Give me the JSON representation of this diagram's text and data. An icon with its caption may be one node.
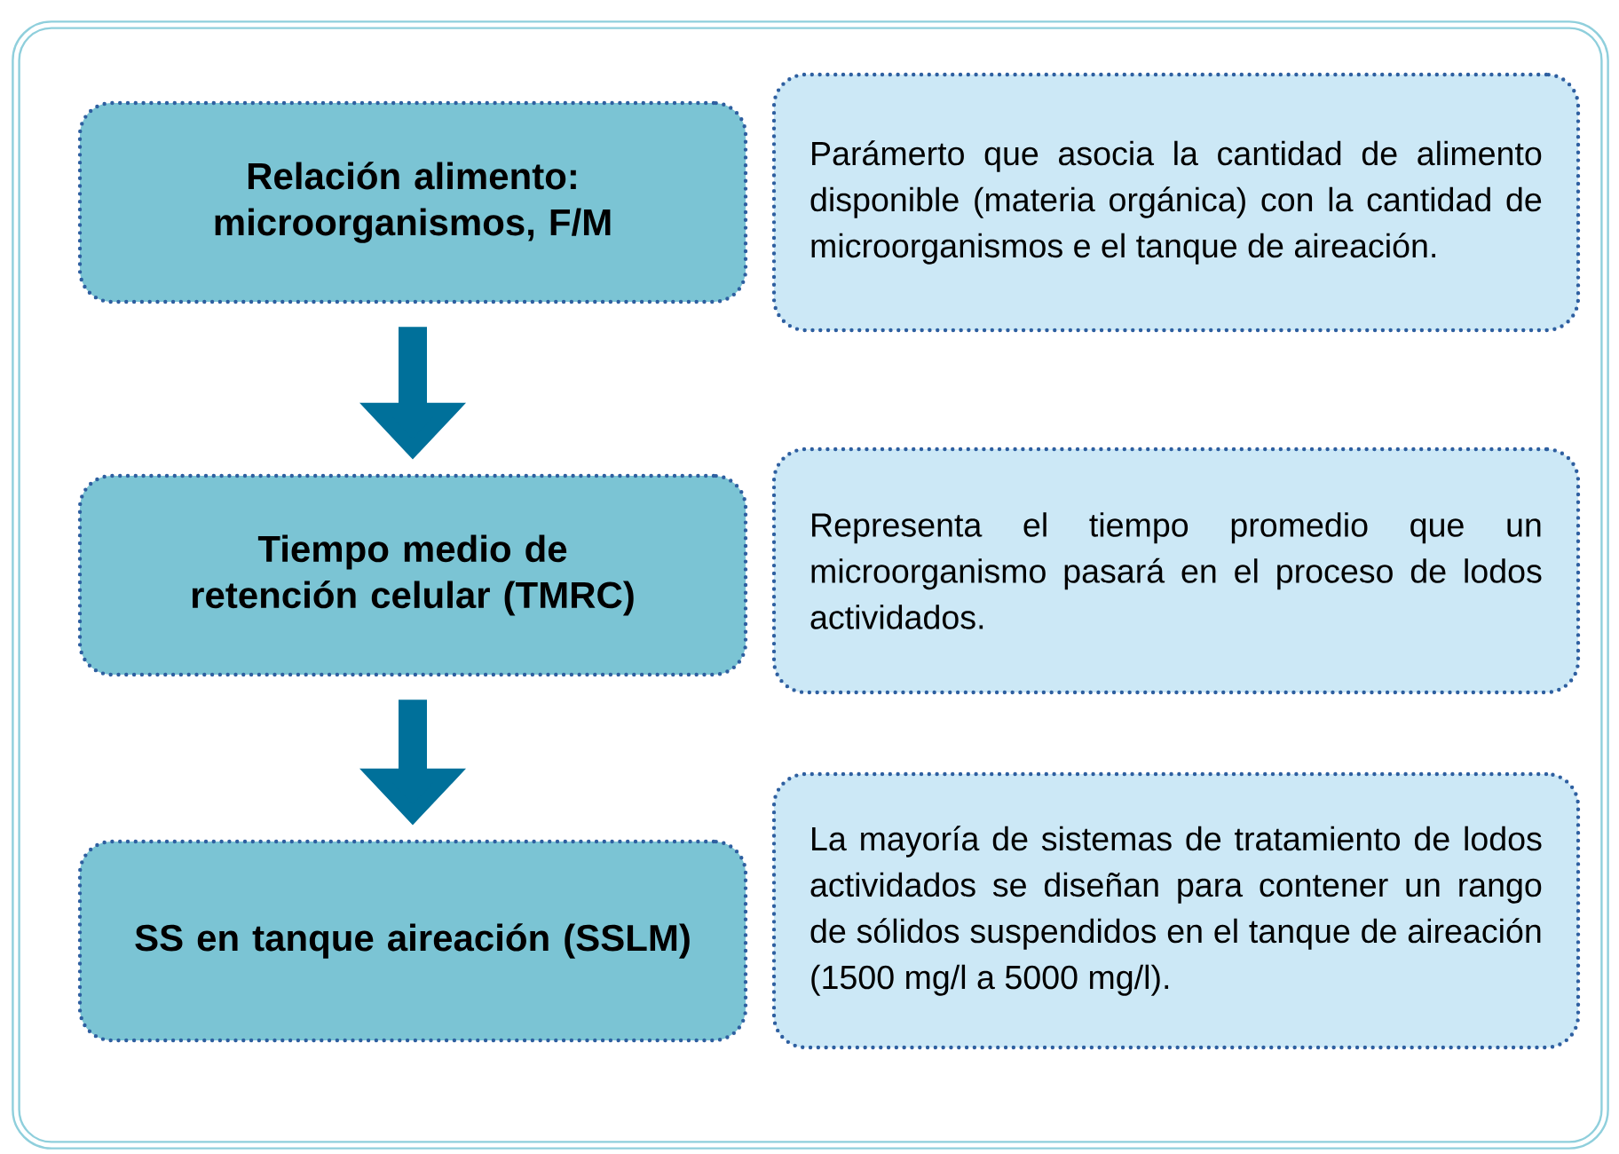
{
  "diagram": {
    "nodes": [
      {
        "text": [
          "Relación alimento: microorganismos, F/M"
        ]
      },
      {
        "text": [
          "Tiempo medio de retención celular (TMRC)"
        ]
      },
      {
        "text": [
          "SS en tanque aireación (SSLM)"
        ]
      },
      {
        "text": [
          "Parámerto que asocia la cantidad de alimento disponible (materia orgánica) con la cantidad de microorganismos e el tanque de aireación."
        ]
      },
      {
        "text": [
          "Representa el tiempo promedio que un microorganismo pasará en el proceso de lodos actividados."
        ]
      },
      {
        "text": [
          "La mayoría de sistemas de tratamiento de lodos actividados se diseñan para contener un rango de sólidos suspendidos en el tanque de aireación (1500 mg/l a 5000 mg/l)."
        ]
      }
    ],
    "edges": [
      {
        "from": 0,
        "to": 1,
        "arrow": "to"
      },
      {
        "from": 1,
        "to": 2,
        "arrow": "to"
      }
    ]
  }
}
